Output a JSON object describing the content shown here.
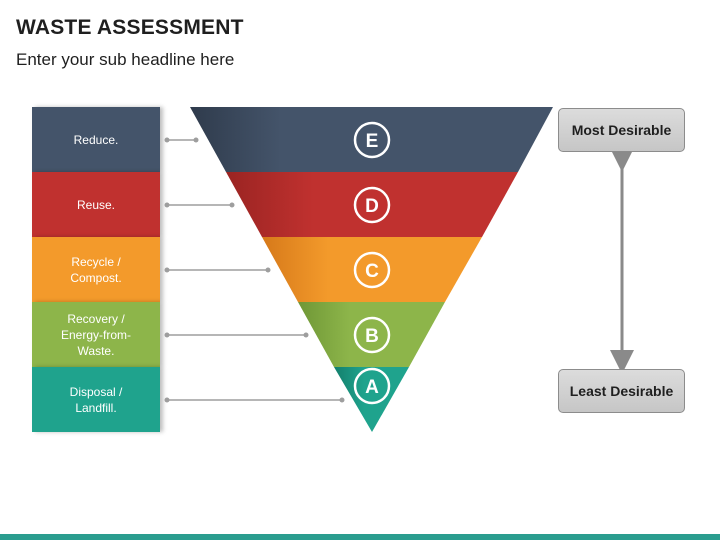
{
  "header": {
    "title": "WASTE ASSESSMENT",
    "subtitle": "Enter your sub headline here"
  },
  "levels": [
    {
      "label": "Reduce.",
      "letter": "E",
      "color": "#44546a",
      "shade": "#2f3b4c"
    },
    {
      "label": "Reuse.",
      "letter": "D",
      "color": "#c0312f",
      "shade": "#9a2422"
    },
    {
      "label": "Recycle /\nCompost.",
      "letter": "C",
      "color": "#f39a2b",
      "shade": "#d6791a"
    },
    {
      "label": "Recovery /\nEnergy-from-\nWaste.",
      "letter": "B",
      "color": "#8db54a",
      "shade": "#6f9736"
    },
    {
      "label": "Disposal /\nLandfill.",
      "letter": "A",
      "color": "#1fa38d",
      "shade": "#137f6c"
    }
  ],
  "scale": {
    "top_label": "Most Desirable",
    "bottom_label": "Least Desirable"
  },
  "colors": {
    "connector": "#9e9e9e",
    "arrow": "#8a8a8a",
    "bottom_bar": "#2a9d8f"
  }
}
